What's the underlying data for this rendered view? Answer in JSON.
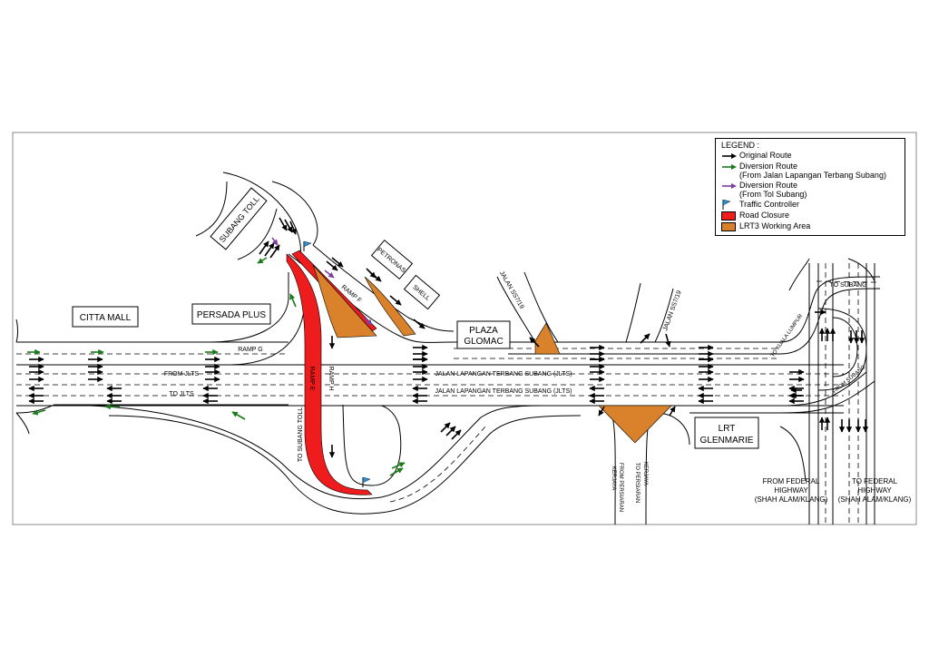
{
  "colors": {
    "original_route": "#000000",
    "diversion_route": "#1a7a1a",
    "diversion_toll": "#7b3fa0",
    "traffic_controller": "#2a8fd6",
    "road_closure": "#ee1c1c",
    "working_area": "#d9822b"
  },
  "legend": {
    "title": "LEGEND :",
    "items": [
      {
        "icon": "black-arrow-icon",
        "label": "Original Route",
        "sub": ""
      },
      {
        "icon": "green-arrow-icon",
        "label": "Diversion Route",
        "sub": "(From Jalan Lapangan Terbang Subang)"
      },
      {
        "icon": "purple-arrow-icon",
        "label": "Diversion Route",
        "sub": "(From Tol Subang)"
      },
      {
        "icon": "flag-icon",
        "label": "Traffic Controller",
        "sub": ""
      },
      {
        "icon": "red-swatch-icon",
        "label": "Road Closure",
        "sub": ""
      },
      {
        "icon": "orange-swatch-icon",
        "label": "LRT3 Working Area",
        "sub": ""
      }
    ]
  },
  "places": {
    "subang_toll": "SUBANG TOLL",
    "citta_mall": "CITTA MALL",
    "persada_plus": "PERSADA PLUS",
    "petronas": "PETRONAS",
    "shell": "SHELL",
    "plaza_glomac_1": "PLAZA",
    "plaza_glomac_2": "GLOMAC",
    "lrt_glenmarie_1": "LRT",
    "lrt_glenmarie_2": "GLENMARIE"
  },
  "roads": {
    "ramp_g": "RAMP G",
    "ramp_f": "RAMP F",
    "ramp_e": "RAMP E",
    "ramp_h": "RAMP H",
    "from_jlts": "FROM JLTS",
    "to_jlts": "TO JLTS",
    "jlts_upper": "JALAN LAPANGAN TERBANG SUBANG (JLTS)",
    "jlts_lower": "JALAN LAPANGAN TERBANG SUBANG (JLTS)",
    "to_subang_toll": "TO SUBANG TOLL",
    "jalan_ss7_19_a": "JALAN SS7/19",
    "jalan_ss7_19_b": "JALAN SS7/19",
    "to_subang": "TO SUBANG",
    "to_kuala_lumpur": "TO KUALA LUMPUR",
    "from_subang": "FROM SUBANG",
    "from_persiaran_kerjaya_1": "FROM PERSIARAN",
    "from_persiaran_kerjaya_2": "KERJAYA",
    "to_persiaran_kerjaya_1": "TO PERSIARAN",
    "to_persiaran_kerjaya_2": "KERJAYA",
    "from_federal_1": "FROM FEDERAL",
    "from_federal_2": "HIGHWAY",
    "from_federal_3": "(SHAH ALAM/KLANG)",
    "to_federal_1": "TO FEDERAL",
    "to_federal_2": "HIGHWAY",
    "to_federal_3": "(SHAH ALAM/KLANG)"
  }
}
